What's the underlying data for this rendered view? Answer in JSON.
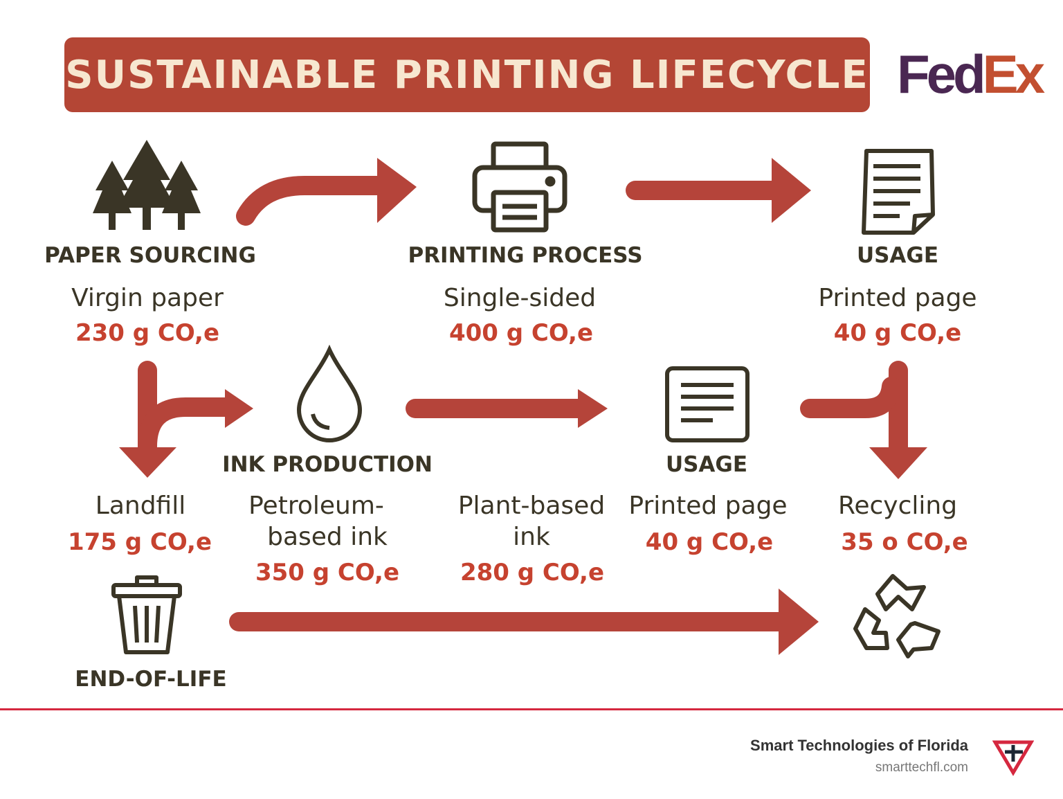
{
  "title": "SUSTAINABLE PRINTING LIFECYCLE",
  "logo": {
    "part1": "Fed",
    "part2": "Ex"
  },
  "top_row": [
    {
      "heading": "PAPER SOURCING",
      "desc": "Virgin paper",
      "value": "230 g CO,e",
      "icon": "trees-icon"
    },
    {
      "heading": "PRINTING PROCESS",
      "desc": "Single-sided",
      "value": "400 g CO,e",
      "icon": "printer-icon"
    },
    {
      "heading": "USAGE",
      "desc": "Printed page",
      "value": "40 g CO,e",
      "icon": "document-icon"
    }
  ],
  "middle": {
    "ink_heading": "INK PRODUCTION",
    "usage_heading": "USAGE"
  },
  "bottom_row": [
    {
      "desc": "Landfill",
      "value": "175 g CO,e"
    },
    {
      "desc1": "Petroleum-",
      "desc2": "based ink",
      "value": "350 g CO,e"
    },
    {
      "desc1": "Plant-based",
      "desc2": "ink",
      "value": "280 g CO,e"
    },
    {
      "desc": "Printed page",
      "value": "40 g CO,e"
    },
    {
      "desc": "Recycling",
      "value": "35 o CO,e"
    }
  ],
  "end_of_life": "END-OF-LIFE",
  "colors": {
    "banner": "#b44635",
    "arrow": "#b5443a",
    "value": "#c6422f",
    "text": "#3a3526"
  },
  "footer": {
    "company": "Smart Technologies of Florida",
    "url": "smarttechfl.com"
  }
}
